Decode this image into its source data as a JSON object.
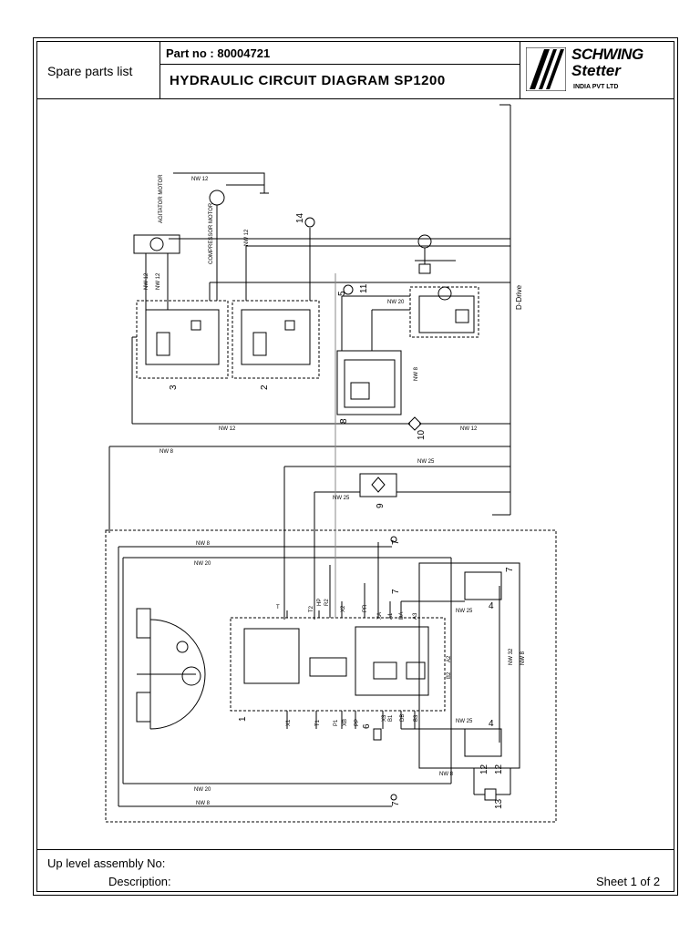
{
  "header": {
    "doc_type": "Spare parts list",
    "part_no": "Part no : 80004721",
    "title": "HYDRAULIC CIRCUIT DIAGRAM SP1200"
  },
  "logo": {
    "line1": "SCHWING",
    "line2": "Stetter",
    "line3": "INDIA PVT LTD"
  },
  "footer": {
    "assembly_label": "Up level assembly No:",
    "description_label": "Description:",
    "sheet": "Sheet 1 of 2"
  },
  "diagram": {
    "labels": {
      "agitator_motor": "AGITATOR MOTOR",
      "compressor_motor": "COMPRESSOR MOTOR",
      "d_drive": "D-Drive",
      "nw12": "NW 12",
      "nw8": "NW 8",
      "nw20": "NW 20",
      "nw25": "NW 25",
      "nw32": "NW 32"
    },
    "ports": {
      "t": "T",
      "t2": "T2",
      "hp": "HP",
      "r2": "R2",
      "x2": "X2",
      "pr": "PR",
      "xa": "XA",
      "a1": "A1",
      "da": "DA",
      "a3": "A3",
      "a2": "A2",
      "b2": "B2",
      "x1": "X1",
      "t1": "T1",
      "p1": "P1",
      "x3": "X3",
      "pp": "PP",
      "b1": "B1",
      "db": "DB",
      "b3": "B3",
      "xb": "XB"
    },
    "callouts": [
      "1",
      "2",
      "3",
      "4",
      "4",
      "5",
      "6",
      "7",
      "7",
      "7",
      "7",
      "8",
      "9",
      "10",
      "11",
      "12",
      "12",
      "13",
      "14"
    ]
  }
}
